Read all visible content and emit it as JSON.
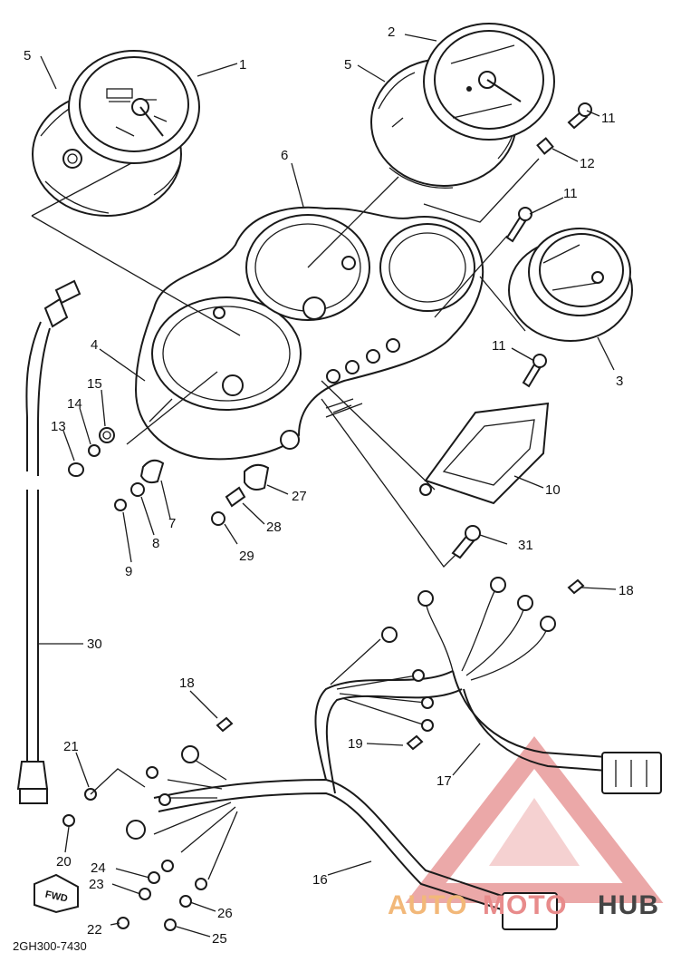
{
  "drawing_code": "2GH300-7430",
  "fwd_tag": "FWD",
  "watermark": {
    "auto": "AUTO",
    "moto": "MOTO",
    "hub": "HUB",
    "logo_color": "#e8a0a0"
  },
  "callouts": {
    "c1": "1",
    "c2": "2",
    "c3": "3",
    "c4": "4",
    "c5a": "5",
    "c5b": "5",
    "c6": "6",
    "c7": "7",
    "c8": "8",
    "c9": "9",
    "c10": "10",
    "c11a": "11",
    "c11b": "11",
    "c11c": "11",
    "c12": "12",
    "c13": "13",
    "c14": "14",
    "c15": "15",
    "c16": "16",
    "c17": "17",
    "c18a": "18",
    "c18b": "18",
    "c19": "19",
    "c20": "20",
    "c21": "21",
    "c22": "22",
    "c23": "23",
    "c24": "24",
    "c25": "25",
    "c26": "26",
    "c27": "27",
    "c28": "28",
    "c29": "29",
    "c30": "30",
    "c31": "31"
  }
}
